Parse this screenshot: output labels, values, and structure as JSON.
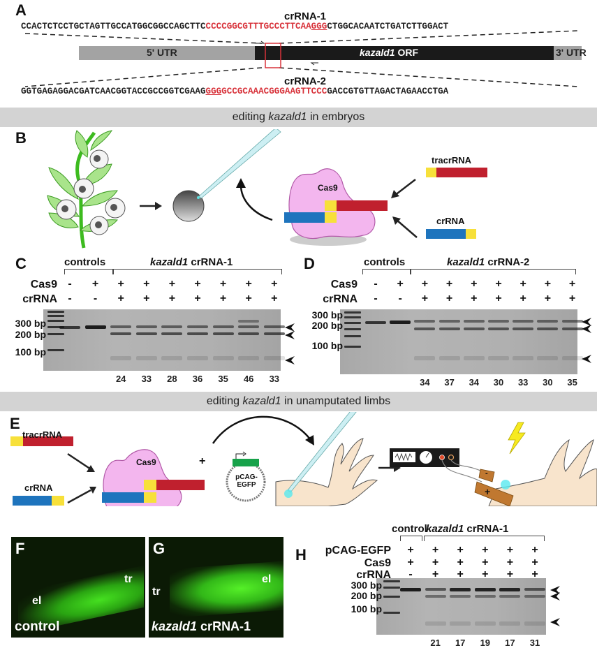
{
  "panel_a": {
    "letter": "A",
    "crrna1_label": "crRNA-1",
    "seq1_pre": "CCACTCTCCTGCTAGTTGCCATGGCGGCCAGCTTC",
    "seq1_red": "CCCCGGCGTTTGCCCTTCAA",
    "seq1_red_pam": "GGG",
    "seq1_post": "CTGGCACAATCTGATCTTGGACT",
    "utr5": "5' UTR",
    "orf_gene": "kazald1",
    "orf_suffix": " ORF",
    "utr3": "3' UTR",
    "crrna2_label": "crRNA-2",
    "seq2_pre": "GGTGAGAGGACGATCAACGGTACCGCCGGTCGAAG",
    "seq2_red_pam": "GGG",
    "seq2_red": "GCCGCAAACGGGAAGTTCCC",
    "seq2_post": "GACCGTGTTAGACTAGAACCTGA",
    "colors": {
      "red": "#d8333b",
      "utr": "#a3a3a3",
      "orf": "#1a1a1a"
    }
  },
  "banner1": {
    "prefix": "editing ",
    "gene": "kazald1",
    "suffix": " in embryos"
  },
  "panel_b": {
    "letter": "B",
    "cas9": "Cas9",
    "tracrrna": "tracrRNA",
    "crrna": "crRNA",
    "colors": {
      "pink": "#f3b6ee",
      "red": "#c0202e",
      "blue": "#1e74bd",
      "yellow": "#f7e03a",
      "leaf": "#8fd96a",
      "stem": "#3dbb1f"
    }
  },
  "panel_c": {
    "letter": "C",
    "group_controls": "controls",
    "group_gene": "kazald1",
    "group_suffix": " crRNA-1",
    "row_labels": [
      "Cas9",
      "crRNA"
    ],
    "cas9": [
      "-",
      "+",
      "+",
      "+",
      "+",
      "+",
      "+",
      "+",
      "+"
    ],
    "crrna": [
      "-",
      "-",
      "+",
      "+",
      "+",
      "+",
      "+",
      "+",
      "+"
    ],
    "ladder": [
      "300 bp",
      "200 bp",
      "100 bp"
    ],
    "values": [
      "24",
      "33",
      "28",
      "36",
      "35",
      "46",
      "33"
    ]
  },
  "panel_d": {
    "letter": "D",
    "group_controls": "controls",
    "group_gene": "kazald1",
    "group_suffix": " crRNA-2",
    "row_labels": [
      "Cas9",
      "crRNA"
    ],
    "cas9": [
      "-",
      "+",
      "+",
      "+",
      "+",
      "+",
      "+",
      "+",
      "+"
    ],
    "crrna": [
      "-",
      "-",
      "+",
      "+",
      "+",
      "+",
      "+",
      "+",
      "+"
    ],
    "ladder": [
      "300 bp",
      "200 bp",
      "100 bp"
    ],
    "values": [
      "34",
      "37",
      "34",
      "30",
      "33",
      "30",
      "35"
    ]
  },
  "banner2": {
    "prefix": "editing ",
    "gene": "kazald1",
    "suffix": " in unamputated limbs"
  },
  "panel_e": {
    "letter": "E",
    "tracrrna": "tracrRNA",
    "crrna": "crRNA",
    "cas9": "Cas9",
    "plus": "+",
    "plasmid_line1": "pCAG-",
    "plasmid_line2": "EGFP",
    "electrode_neg": "-",
    "electrode_pos": "+"
  },
  "panel_f": {
    "letter": "F",
    "tr": "tr",
    "el": "el",
    "caption": "control"
  },
  "panel_g": {
    "letter": "G",
    "tr": "tr",
    "el": "el",
    "caption_gene": "kazald1",
    "caption_suffix": " crRNA-1"
  },
  "panel_h": {
    "letter": "H",
    "group_control": "control",
    "group_gene": "kazald1",
    "group_suffix": " crRNA-1",
    "row_labels": [
      "pCAG-EGFP",
      "Cas9",
      "crRNA"
    ],
    "pcag": [
      "+",
      "+",
      "+",
      "+",
      "+",
      "+"
    ],
    "cas9": [
      "+",
      "+",
      "+",
      "+",
      "+",
      "+"
    ],
    "crrna": [
      "-",
      "+",
      "+",
      "+",
      "+",
      "+"
    ],
    "ladder": [
      "300 bp",
      "200 bp",
      "100 bp"
    ],
    "values": [
      "21",
      "17",
      "19",
      "17",
      "31"
    ]
  }
}
